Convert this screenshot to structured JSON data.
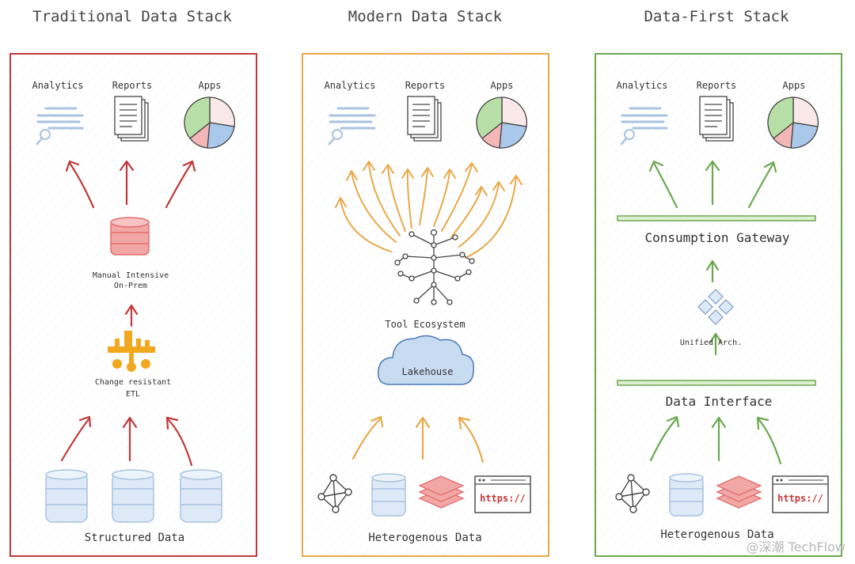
{
  "colors": {
    "traditional": "#c0393b",
    "modern": "#e8a94a",
    "datafirst": "#6aa84f",
    "icon_blue": "#a9c3e0",
    "icon_blue_fill": "#dde9f6",
    "db_red": "#e36d6d",
    "db_red_fill": "#f2a7a7",
    "etl_yellow": "#f0a81e"
  },
  "traditional": {
    "title": "Traditional Data Stack",
    "analytics": "Analytics",
    "reports": "Reports",
    "apps": "Apps",
    "db_line1": "Manual Intensive",
    "db_line2": "On-Prem",
    "etl_line1": "Change resistant",
    "etl_line2": "ETL",
    "bottom": "Structured Data"
  },
  "modern": {
    "title": "Modern Data Stack",
    "analytics": "Analytics",
    "reports": "Reports",
    "apps": "Apps",
    "ecosystem": "Tool Ecosystem",
    "lakehouse": "Lakehouse",
    "url": "https://",
    "bottom": "Heterogenous Data"
  },
  "datafirst": {
    "title": "Data-First Stack",
    "analytics": "Analytics",
    "reports": "Reports",
    "apps": "Apps",
    "gateway": "Consumption Gateway",
    "unified": "Unified Arch.",
    "interface": "Data Interface",
    "url": "https://",
    "bottom": "Heterogenous Data"
  },
  "watermark": "@深潮 TechFlow"
}
